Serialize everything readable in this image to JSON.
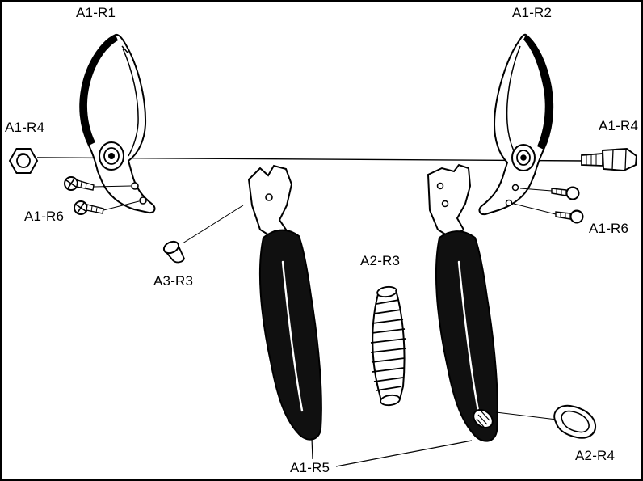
{
  "diagram": {
    "labels": {
      "blade_left": "A1-R1",
      "blade_right": "A1-R2",
      "nut_left": "A1-R4",
      "bolt_right": "A1-R4",
      "screws_left": "A1-R6",
      "screws_right": "A1-R6",
      "rivet": "A3-R3",
      "spring": "A2-R3",
      "handles": "A1-R5",
      "lock_clip": "A2-R4"
    },
    "colors": {
      "line": "#000000",
      "background": "#ffffff",
      "grip_fill": "#101010"
    }
  }
}
